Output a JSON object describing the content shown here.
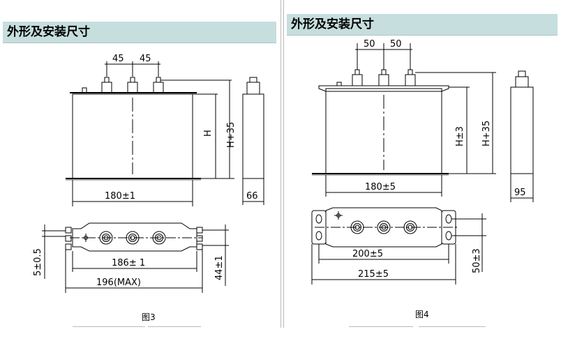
{
  "figure3": {
    "header": "外形及安装尺寸",
    "caption": "图3",
    "dims": {
      "terminal_spacing_1": "45",
      "terminal_spacing_2": "45",
      "height": "H",
      "height_plus": "H+35",
      "width_side": "66",
      "width_front": "180±1",
      "mount_left": "5±0.5",
      "mount_inner": "186± 1",
      "mount_outer": "196(MAX)",
      "mount_right": "44±1"
    }
  },
  "figure4": {
    "header": "外形及安装尺寸",
    "caption": "图4",
    "dims": {
      "terminal_spacing_1": "50",
      "terminal_spacing_2": "50",
      "height": "H±3",
      "height_plus": "H+35",
      "width_side": "95",
      "width_front": "180±5",
      "mount_inner": "200±5",
      "mount_outer": "215±5",
      "mount_right": "50±3"
    }
  }
}
